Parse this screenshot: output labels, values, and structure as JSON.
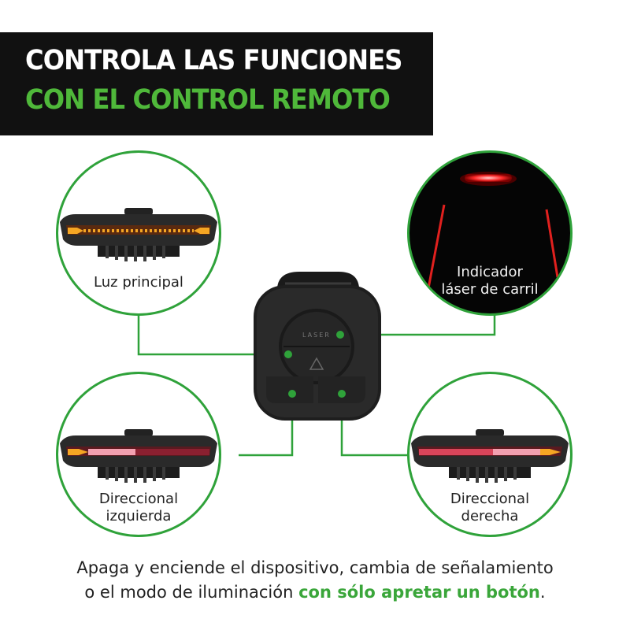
{
  "banner": {
    "line1": "CONTROLA LAS FUNCIONES",
    "line2": "CON EL CONTROL REMOTO"
  },
  "features": {
    "main_light": {
      "label": "Luz principal"
    },
    "laser": {
      "line1": "Indicador",
      "line2": "láser de carril"
    },
    "left_signal": {
      "line1": "Direccional",
      "line2": "izquierda"
    },
    "right_signal": {
      "line1": "Direccional",
      "line2": "derecha"
    }
  },
  "remote": {
    "laser_button_label": "LASER"
  },
  "caption": {
    "line1": "Apaga y enciende el dispositivo, cambia de señalamiento",
    "line2_plain": "o el modo de iluminación ",
    "line2_highlight": "con sólo apretar un botón",
    "line2_end": "."
  },
  "colors": {
    "accent_green": "#2fa23a",
    "banner_bg": "#111111",
    "amber_light": "#f5a623",
    "red_light": "#e8233a"
  }
}
